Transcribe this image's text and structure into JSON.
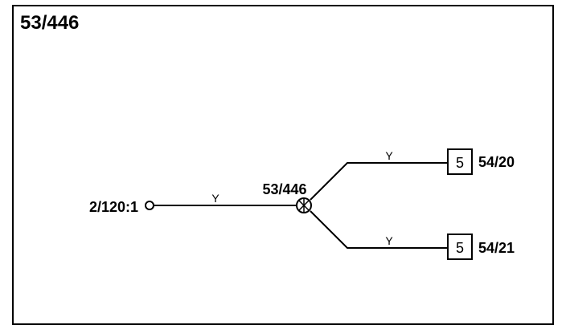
{
  "diagram": {
    "title": "53/446",
    "line_color": "#000000",
    "background_color": "#ffffff",
    "source": {
      "label": "2/120:1",
      "symbol": "open-circle-terminal"
    },
    "trunk_wire": {
      "label": "Y"
    },
    "splice": {
      "label": "53/446",
      "symbol": "splice-circle-asterisk"
    },
    "branches": [
      {
        "wire_label": "Y",
        "box_label": "5",
        "target_label": "54/20"
      },
      {
        "wire_label": "Y",
        "box_label": "5",
        "target_label": "54/21"
      }
    ]
  }
}
